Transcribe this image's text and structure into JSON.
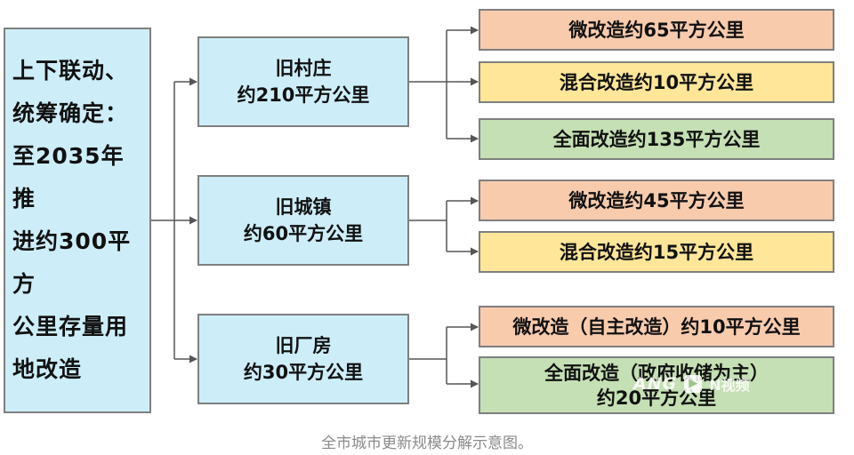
{
  "root": {
    "lines": [
      "上下联动、",
      "统筹确定：",
      "至2035年推",
      "进约300平方",
      "公里存量用",
      "地改造"
    ]
  },
  "categories": [
    {
      "title": "旧村庄",
      "area": "约210平方公里",
      "children": [
        {
          "lines": [
            "微改造约65平方公里"
          ],
          "color": "#f8cbad"
        },
        {
          "lines": [
            "混合改造约10平方公里"
          ],
          "color": "#ffe699"
        },
        {
          "lines": [
            "全面改造约135平方公里"
          ],
          "color": "#c5e0b4"
        }
      ]
    },
    {
      "title": "旧城镇",
      "area": "约60平方公里",
      "children": [
        {
          "lines": [
            "微改造约45平方公里"
          ],
          "color": "#f8cbad"
        },
        {
          "lines": [
            "混合改造约15平方公里"
          ],
          "color": "#ffe699"
        }
      ]
    },
    {
      "title": "旧厂房",
      "area": "约30平方公里",
      "children": [
        {
          "lines": [
            "微改造（自主改造）约10平方公里"
          ],
          "color": "#f8cbad"
        },
        {
          "lines": [
            "全面改造（政府收储为主）",
            "约20平方公里"
          ],
          "color": "#c5e0b4"
        }
      ]
    }
  ],
  "caption": "全市城市更新规模分解示意图。",
  "watermark": {
    "logo": "ANG",
    "text": "N视频"
  },
  "colors": {
    "root_and_category_bg": "#cdeef9",
    "border": "#7f7f7f",
    "connector": "#555555"
  }
}
